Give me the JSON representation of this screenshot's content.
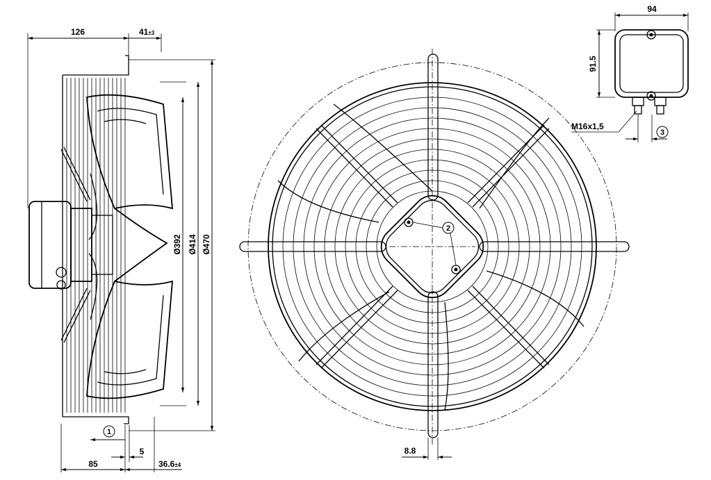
{
  "side_view": {
    "dim_width": "126",
    "dim_offset": "41",
    "dim_offset_tol": "±3",
    "dim_bottom_left": "85",
    "dim_bottom_mid": "5",
    "dim_bottom_right": "36.6",
    "dim_bottom_right_tol": "±4",
    "dia_1": "Ø392",
    "dia_2": "Ø414",
    "dia_3": "Ø470",
    "callout_1": "1"
  },
  "front_view": {
    "callout_2": "2",
    "dim_grill": "8.8"
  },
  "terminal_box": {
    "dim_width": "94",
    "dim_height": "91.5",
    "thread": "M16x1,5",
    "callout_3": "3"
  }
}
